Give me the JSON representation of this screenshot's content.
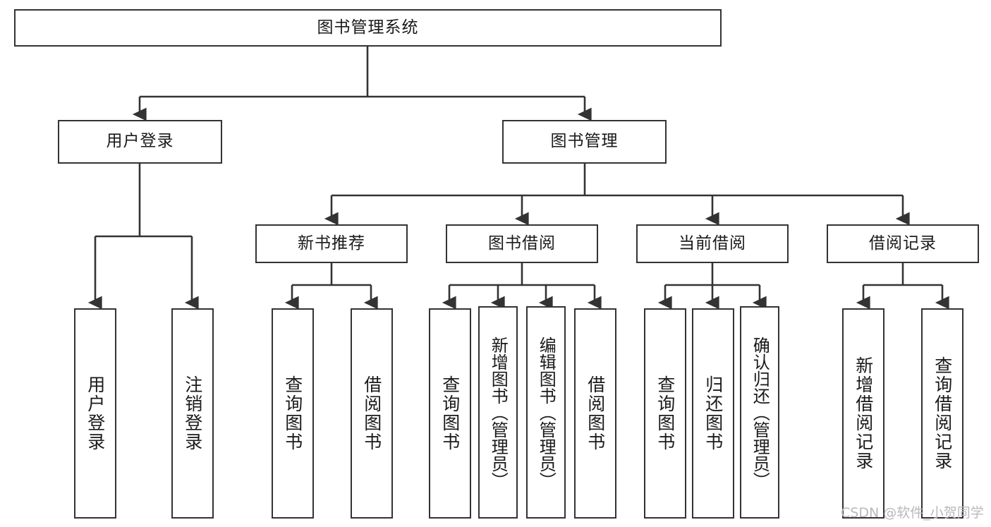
{
  "diagram": {
    "title": "图书管理系统",
    "type": "tree",
    "watermark": "CSDN @软件_小贺同学",
    "colors": {
      "border": "#333333",
      "background": "#ffffff",
      "text": "#1a1a1a",
      "watermark": "#b9b9b9"
    },
    "nodes": {
      "root": "图书管理系统",
      "user_login": "用户登录",
      "book_manage": "图书管理",
      "new_book_rec": "新书推荐",
      "book_borrow": "图书借阅",
      "current_borrow": "当前借阅",
      "borrow_record": "借阅记录",
      "leaf_user_login": "用户登录",
      "leaf_logout": "注销登录",
      "leaf_query_book_1": "查询图书",
      "leaf_borrow_book_1": "借阅图书",
      "leaf_query_book_2": "查询图书",
      "leaf_add_book": "新增图书（管理员）",
      "leaf_edit_book": "编辑图书（管理员）",
      "leaf_borrow_book_2": "借阅图书",
      "leaf_query_book_3": "查询图书",
      "leaf_return_book": "归还图书",
      "leaf_confirm_return": "确认归还（管理员）",
      "leaf_add_record": "新增借阅记录",
      "leaf_query_record": "查询借阅记录"
    }
  }
}
